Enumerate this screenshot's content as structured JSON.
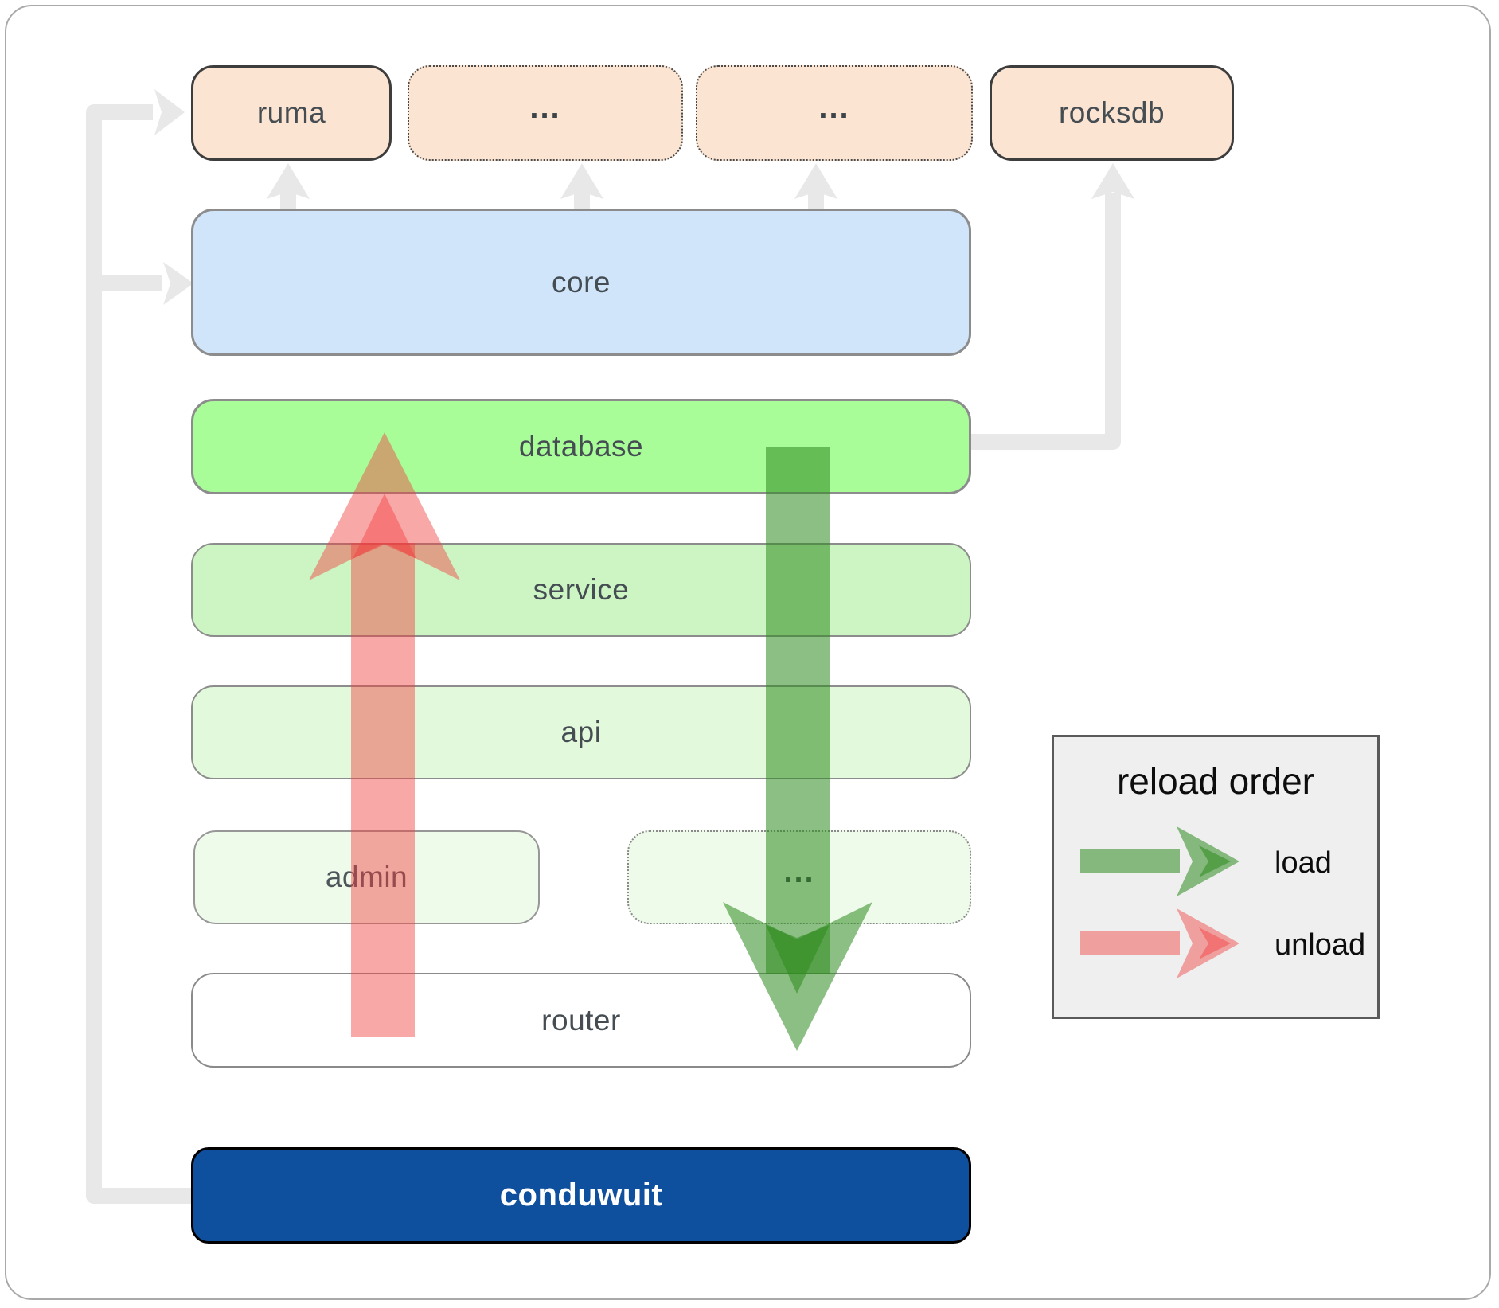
{
  "boxes": {
    "ruma": {
      "label": "ruma"
    },
    "dots1": {
      "label": "..."
    },
    "dots2": {
      "label": "..."
    },
    "rocksdb": {
      "label": "rocksdb"
    },
    "core": {
      "label": "core"
    },
    "database": {
      "label": "database"
    },
    "service": {
      "label": "service"
    },
    "api": {
      "label": "api"
    },
    "admin": {
      "label": "admin"
    },
    "admin_dots": {
      "label": "..."
    },
    "router": {
      "label": "router"
    },
    "conduwuit": {
      "label": "conduwuit"
    }
  },
  "legend": {
    "title": "reload order",
    "load_label": "load",
    "unload_label": "unload"
  },
  "icons": {
    "load_arrow": "down-arrow",
    "unload_arrow": "up-arrow",
    "dependency_arrows": "gray-connector-arrows"
  },
  "colors": {
    "peach": "#fbe4d2",
    "core_blue": "#d0e5fa",
    "database_green": "#a9fd99",
    "service_green": "#cdf5c4",
    "api_green": "#e2fadb",
    "admin_green": "#eefbea",
    "conduwuit_blue": "#0e509e",
    "connector_gray": "#e8e8e8",
    "legend_bg": "#efefef",
    "load_green": "#2e8a1e",
    "unload_red": "#f23e3e",
    "label_text": "#454d53"
  }
}
